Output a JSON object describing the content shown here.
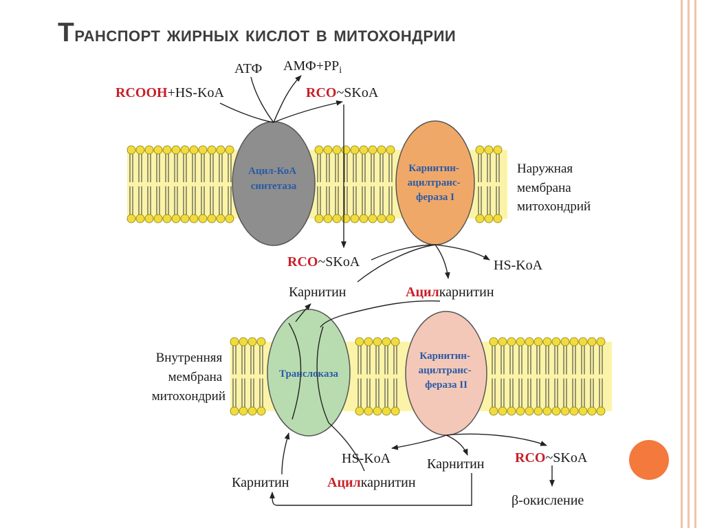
{
  "title": {
    "first_letter": "Т",
    "rest": "ранспорт жирных кислот в митохондрии"
  },
  "enzymes": {
    "acyl_coa_synthetase": [
      "Ацил-КоА",
      "синтетаза"
    ],
    "cpt1": [
      "Карнитин-",
      "ацилтранс-",
      "фераза I"
    ],
    "translocase": [
      "Транслоказа"
    ],
    "cpt2": [
      "Карнитин-",
      "ацилтранс-",
      "фераза II"
    ]
  },
  "top_reaction": {
    "atp": "АТФ",
    "amp_ppi": "АМФ+PP",
    "amp_ppi_sub": "i",
    "rcooh": "RCOOH",
    "plus_hscoa": "+HS-KoA",
    "rco": "RCO",
    "tilde_skoa": "~SKoA"
  },
  "middle": {
    "rco": "RCO",
    "tilde_skoa": "~SKoA",
    "hs_koa": "HS-KoA",
    "carnitine": "Карнитин",
    "acyl": "Ацил",
    "carnitine_suffix": "карнитин"
  },
  "bottom": {
    "hs_koa": "HS-KoA",
    "carnitine_right": "Карнитин",
    "rco": "RCO",
    "tilde_skoa": "~SKoA",
    "carnitine_left": "Карнитин",
    "acyl": "Ацил",
    "carnitine_suffix": "карнитин",
    "beta_oxidation": "β-окисление"
  },
  "membranes": {
    "outer": [
      "Наружная",
      "мембрана",
      "митохондрий"
    ],
    "inner": [
      "Внутренняя",
      "мембрана",
      "митохондрий"
    ]
  },
  "colors": {
    "lipid_head": "#f0dc3c",
    "membrane_core": "#fbf4a8",
    "synthetase": "#8e8e8e",
    "cpt1": "#f0a868",
    "translocase": "#b8dcb0",
    "cpt2": "#f3c8b8",
    "accent_circle": "#f37a3c"
  }
}
